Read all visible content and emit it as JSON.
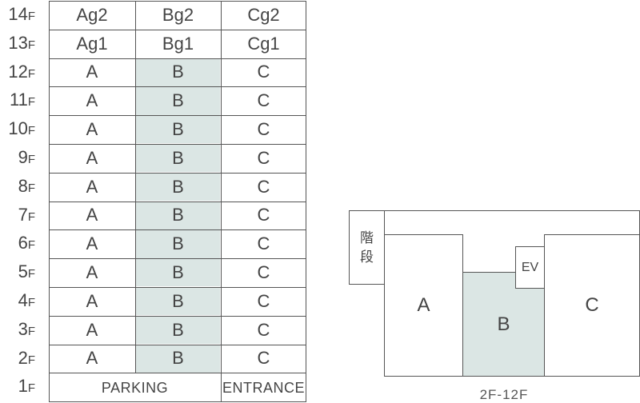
{
  "floors": [
    "14F",
    "13F",
    "12F",
    "11F",
    "10F",
    "9F",
    "8F",
    "7F",
    "6F",
    "5F",
    "4F",
    "3F",
    "2F",
    "1F"
  ],
  "floor_labels": [
    {
      "num": "14",
      "f": "F"
    },
    {
      "num": "13",
      "f": "F"
    },
    {
      "num": "12",
      "f": "F"
    },
    {
      "num": "11",
      "f": "F"
    },
    {
      "num": "10",
      "f": "F"
    },
    {
      "num": "9",
      "f": "F"
    },
    {
      "num": "8",
      "f": "F"
    },
    {
      "num": "7",
      "f": "F"
    },
    {
      "num": "6",
      "f": "F"
    },
    {
      "num": "5",
      "f": "F"
    },
    {
      "num": "4",
      "f": "F"
    },
    {
      "num": "3",
      "f": "F"
    },
    {
      "num": "2",
      "f": "F"
    },
    {
      "num": "1",
      "f": "F"
    }
  ],
  "rows": [
    [
      "Ag2",
      "Bg2",
      "Cg2"
    ],
    [
      "Ag1",
      "Bg1",
      "Cg1"
    ],
    [
      "A",
      "B",
      "C"
    ],
    [
      "A",
      "B",
      "C"
    ],
    [
      "A",
      "B",
      "C"
    ],
    [
      "A",
      "B",
      "C"
    ],
    [
      "A",
      "B",
      "C"
    ],
    [
      "A",
      "B",
      "C"
    ],
    [
      "A",
      "B",
      "C"
    ],
    [
      "A",
      "B",
      "C"
    ],
    [
      "A",
      "B",
      "C"
    ],
    [
      "A",
      "B",
      "C"
    ],
    [
      "A",
      "B",
      "C"
    ]
  ],
  "ground": {
    "parking": "PARKING",
    "entrance": "ENTRANCE"
  },
  "plan": {
    "stairs": "階\n段",
    "unit_a": "A",
    "unit_b": "B",
    "unit_c": "C",
    "elevator": "EV",
    "caption": "2F-12F"
  },
  "colors": {
    "highlight": "#dbe6e4",
    "line": "#555555",
    "text": "#444444"
  }
}
